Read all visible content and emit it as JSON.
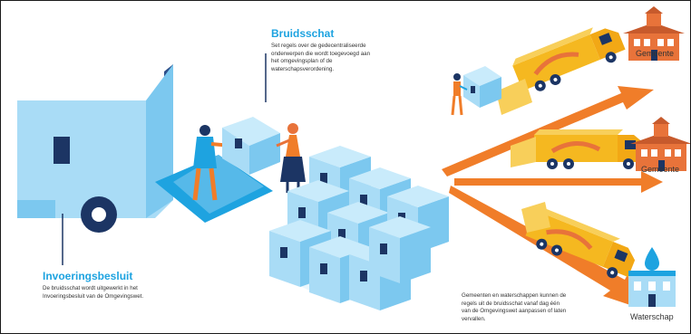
{
  "bruidsschat": {
    "title": "Bruidsschat",
    "description": "Set regels over de gedecentraliseerde onderwerpen die wordt toegevoegd aan het omgevingsplan of de waterschapsverordening."
  },
  "invoeringsbesluit": {
    "title": "Invoeringsbesluit",
    "description": "De bruidsschat wordt uitgewerkt in het Invoeringsbesluit van de Omgevingswet."
  },
  "gemeenten_waterschappen": {
    "description": "Gemeenten en waterschappen kunnen de regels uit de bruidsschat vanaf dag één van de Omgevingswet aanpassen of laten vervallen."
  },
  "destinations": [
    {
      "label": "Gemeente",
      "icon": "town-hall-icon"
    },
    {
      "label": "Gemeente",
      "icon": "town-hall-icon"
    },
    {
      "label": "Waterschap",
      "icon": "water-board-icon"
    }
  ],
  "colors": {
    "accent_blue": "#1ea3e0",
    "box_light": "#a9dcf6",
    "box_mid": "#7cc8ef",
    "box_dark": "#4aa9de",
    "truck_yellow": "#f5b820",
    "arrow_orange": "#f07d29",
    "building_orange": "#e8733a",
    "navy": "#1c3564"
  }
}
